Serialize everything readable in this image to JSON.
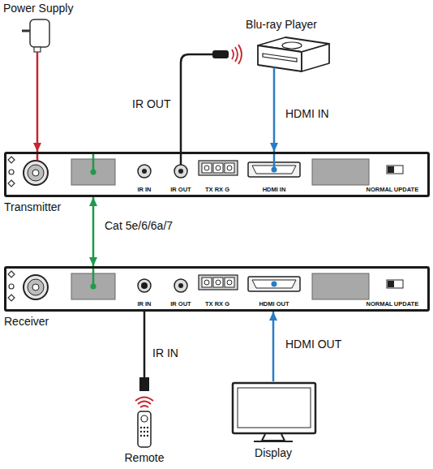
{
  "diagram": {
    "nodes": [
      {
        "text": [
          "Power Supply"
        ]
      },
      {
        "text": [
          "Blu-ray Player"
        ]
      },
      {
        "text": [
          "Transmitter",
          "IR IN",
          "IR OUT",
          "TX RX G",
          "HDMI IN",
          "NORMAL",
          "UPDATE"
        ]
      },
      {
        "text": [
          "Receiver",
          "IR IN",
          "IR OUT",
          "TX RX G",
          "HDMI OUT",
          "NORMAL",
          "UPDATE"
        ]
      },
      {
        "text": [
          "Remote"
        ]
      },
      {
        "text": [
          "Display"
        ]
      }
    ],
    "edges": [
      {
        "from": 0,
        "to": 2,
        "arrow": "to"
      },
      {
        "from": 1,
        "to": 2,
        "label": "IR OUT",
        "arrow": "none"
      },
      {
        "from": 1,
        "to": 2,
        "label": "HDMI IN",
        "arrow": "to"
      },
      {
        "from": 2,
        "to": 3,
        "label": "Cat 5e/6/6a/7",
        "arrow": "both"
      },
      {
        "from": 3,
        "to": 4,
        "label": "IR IN",
        "arrow": "none"
      },
      {
        "from": 5,
        "to": 3,
        "label": "HDMI OUT",
        "arrow": "to"
      }
    ]
  }
}
